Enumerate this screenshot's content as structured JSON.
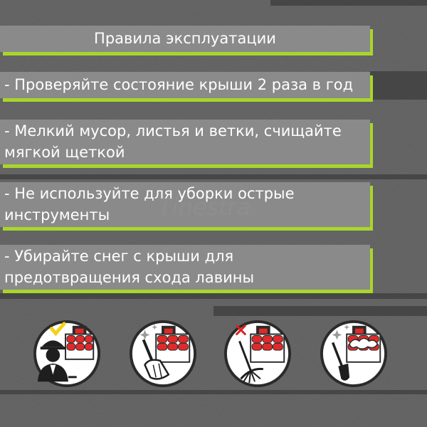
{
  "title": "Правила эксплуатации",
  "rules": [
    "- Проверяйте состояние крыши 2 раза в год",
    "- Мелкий мусор, листья и ветки, счищайте мягкой щеткой",
    "- Не используйте для уборки острые инструменты",
    "- Убирайте снег с крыши для предотвращения схода лавины"
  ],
  "watermark": "Tinestra",
  "colors": {
    "accent": "#a8d62a",
    "banner": "#8a8a8a",
    "roof_red": "#e02a2a",
    "cross_red": "#e02020",
    "check_yellow": "#f2d21a"
  },
  "icons": [
    "inspector-check-icon",
    "broom-sweep-icon",
    "rake-forbidden-icon",
    "shovel-snow-icon"
  ]
}
